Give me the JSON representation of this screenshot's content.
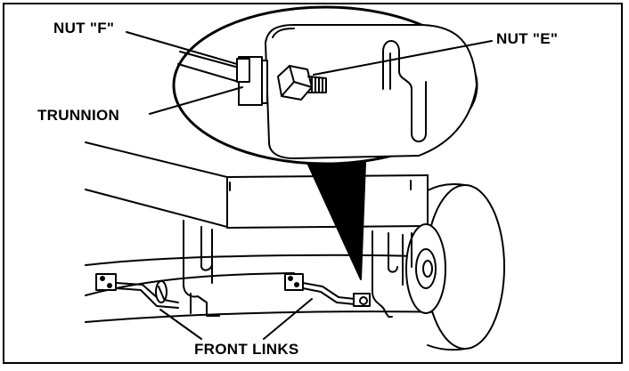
{
  "labels": {
    "nut_f": "NUT \"F\"",
    "nut_e": "NUT \"E\"",
    "trunnion": "TRUNNION",
    "front_links": "FRONT LINKS"
  }
}
